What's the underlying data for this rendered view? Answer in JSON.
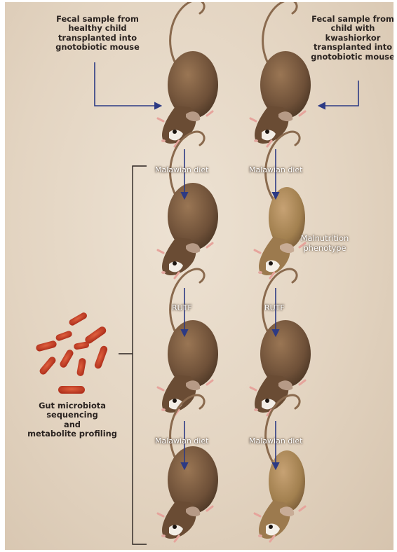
{
  "labels": {
    "healthy_source": "Fecal sample from\nhealthy child\ntransplanted into\ngnotobiotic mouse",
    "kwash_source": "Fecal sample from\nchild with\nkwashiorkor\ntransplanted into\ngnotobiotic mouse",
    "phenotype": "Malnutrition\nphenotype",
    "profiling": "Gut microbiota\nsequencing\nand\nmetabolite profiling"
  },
  "stages": [
    {
      "left": "Malawian diet",
      "right": "Malawian diet"
    },
    {
      "left": "RUTF",
      "right": "RUTF"
    },
    {
      "left": "Malawian diet",
      "right": "Malawian diet"
    }
  ],
  "mice": {
    "healthy_color": "#7a5a3e",
    "malnourished_color": "#a88458",
    "arrow_color": "#2c3a84"
  },
  "icons": [
    "mouse-icon",
    "bacteria-icon",
    "arrow-icon",
    "bracket-icon"
  ]
}
